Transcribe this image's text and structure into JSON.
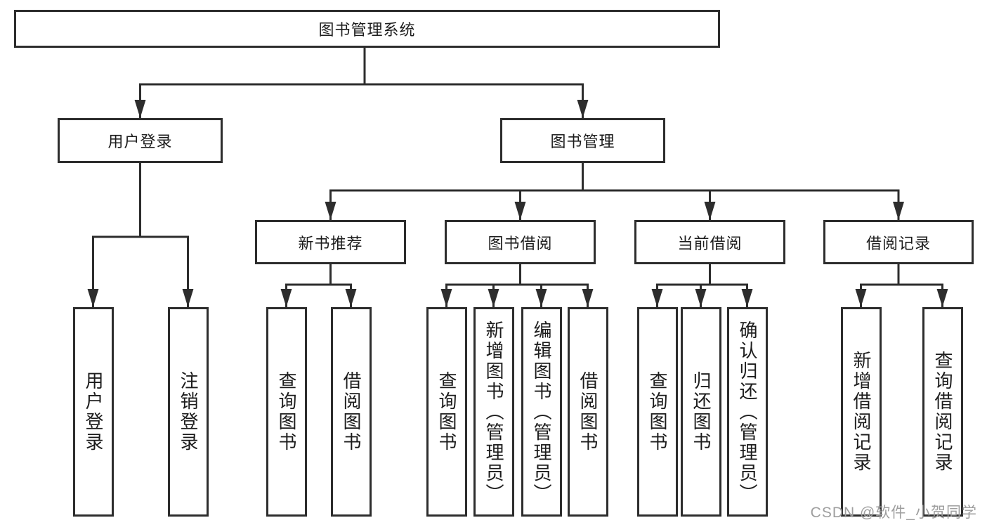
{
  "diagram": {
    "root": {
      "label": "图书管理系统"
    },
    "level2": [
      {
        "label": "用户登录"
      },
      {
        "label": "图书管理"
      }
    ],
    "level3": [
      {
        "label": "新书推荐"
      },
      {
        "label": "图书借阅"
      },
      {
        "label": "当前借阅"
      },
      {
        "label": "借阅记录"
      }
    ],
    "leaves": {
      "user_login": [
        {
          "label": "用户登录"
        },
        {
          "label": "注销登录"
        }
      ],
      "new_books": [
        {
          "label": "查询图书"
        },
        {
          "label": "借阅图书"
        }
      ],
      "book_borrow": [
        {
          "label": "查询图书"
        },
        {
          "label": "新增图书（管理员）"
        },
        {
          "label": "编辑图书（管理员）"
        },
        {
          "label": "借阅图书"
        }
      ],
      "current_borrow": [
        {
          "label": "查询图书"
        },
        {
          "label": "归还图书"
        },
        {
          "label": "确认归还（管理员）"
        }
      ],
      "borrow_records": [
        {
          "label": "新增借阅记录"
        },
        {
          "label": "查询借阅记录"
        }
      ]
    }
  },
  "watermark": {
    "text": "CSDN @软件_小贺同学"
  },
  "colors": {
    "line": "#2d2d2d",
    "text": "#1c1c1c",
    "watermark": "#9e9e9e",
    "background": "#ffffff"
  }
}
